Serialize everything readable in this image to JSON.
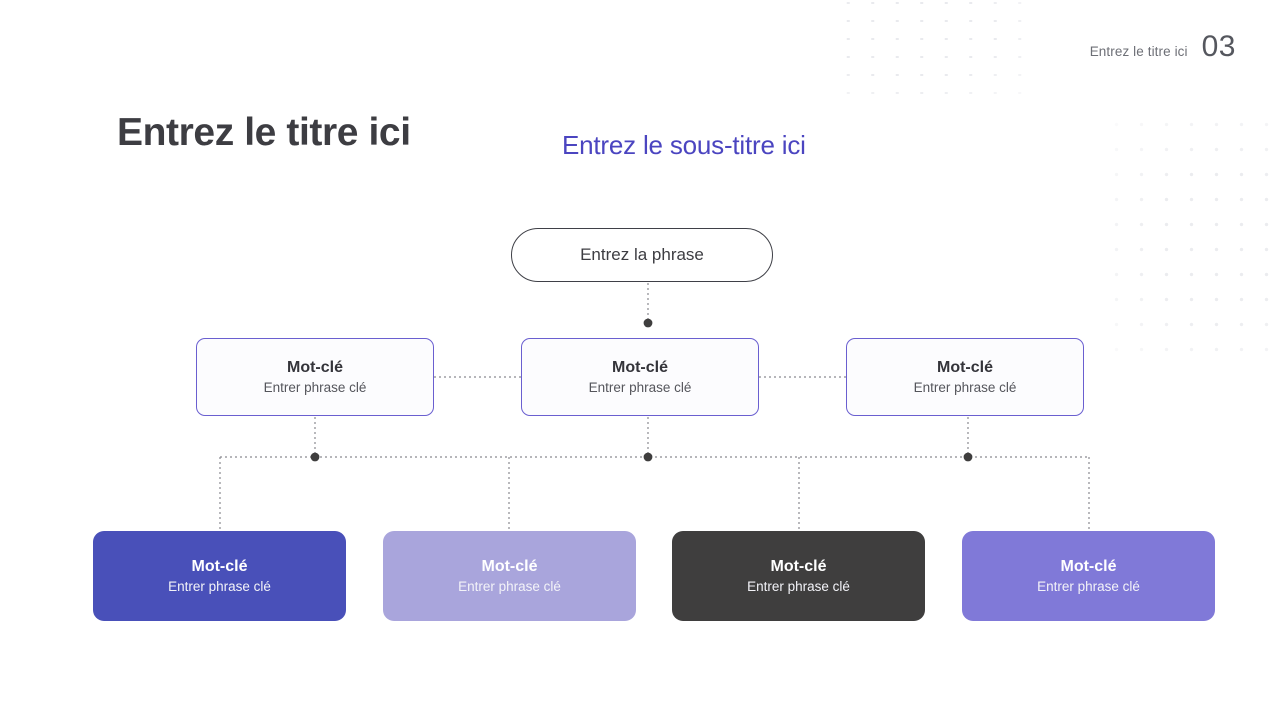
{
  "header": {
    "title": "Entrez le titre ici",
    "number": "03"
  },
  "page": {
    "title": "Entrez le titre ici",
    "subtitle": "Entrez le sous-titre ici"
  },
  "root_node": {
    "label": "Entrez la phrase"
  },
  "middle_row": [
    {
      "keyword": "Mot-clé",
      "phrase": "Entrer phrase clé"
    },
    {
      "keyword": "Mot-clé",
      "phrase": "Entrer phrase clé"
    },
    {
      "keyword": "Mot-clé",
      "phrase": "Entrer phrase clé"
    }
  ],
  "bottom_row": [
    {
      "keyword": "Mot-clé",
      "phrase": "Entrer phrase clé",
      "color": "#4950b9"
    },
    {
      "keyword": "Mot-clé",
      "phrase": "Entrer phrase clé",
      "color": "#a9a5dc"
    },
    {
      "keyword": "Mot-clé",
      "phrase": "Entrer phrase clé",
      "color": "#3f3e3e"
    },
    {
      "keyword": "Mot-clé",
      "phrase": "Entrer phrase clé",
      "color": "#8079d8"
    }
  ],
  "colors": {
    "accent_purple": "#4b45c0",
    "box_border": "#6a5fd0",
    "title_gray": "#3d3d42",
    "connector_gray": "#8a8a90",
    "background": "#ffffff"
  }
}
